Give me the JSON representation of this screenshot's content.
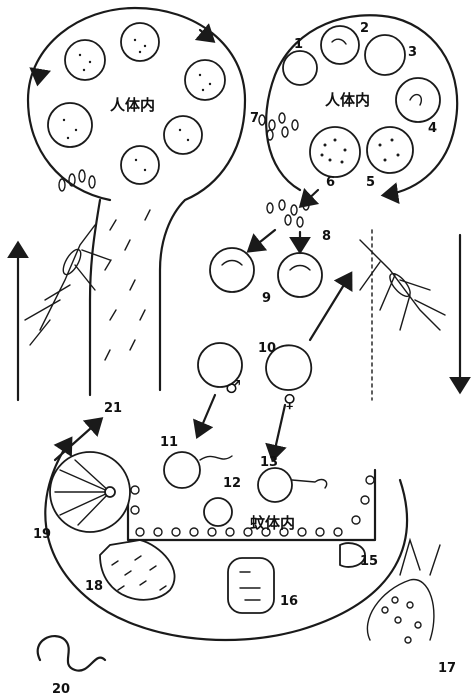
{
  "labels": {
    "host_human_left": "人体内",
    "host_human_right": "人体内",
    "host_mosquito": "蚊体内",
    "male": "♂",
    "female": "♀",
    "numbers": [
      "1",
      "2",
      "3",
      "4",
      "5",
      "6",
      "7",
      "8",
      "9",
      "10",
      "11",
      "12",
      "13",
      "15",
      "16",
      "17",
      "18",
      "19",
      "20",
      "21"
    ]
  },
  "colors": {
    "ink": "#1a1a1a",
    "paper": "#ffffff"
  }
}
